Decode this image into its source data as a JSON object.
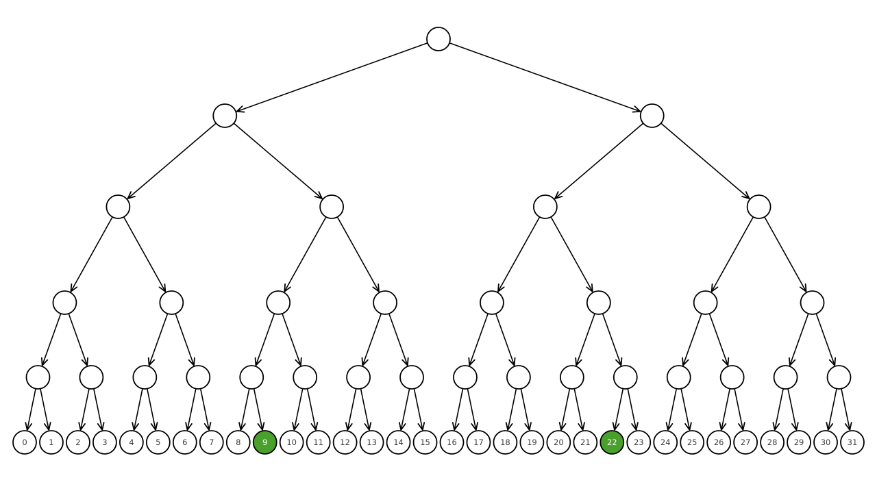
{
  "diagram": {
    "type": "binary-tree",
    "levels": 6,
    "leaf_count": 32,
    "leaf_labels": [
      "0",
      "1",
      "2",
      "3",
      "4",
      "5",
      "6",
      "7",
      "8",
      "9",
      "10",
      "11",
      "12",
      "13",
      "14",
      "15",
      "16",
      "17",
      "18",
      "19",
      "20",
      "21",
      "22",
      "23",
      "24",
      "25",
      "26",
      "27",
      "28",
      "29",
      "30",
      "31"
    ],
    "highlighted_leaves": [
      9,
      22
    ],
    "internal_node_label": "",
    "edge_direction": "parent-to-child",
    "arrowhead": "open-v",
    "colors": {
      "background": "#ffffff",
      "node_fill": "#ffffff",
      "node_stroke": "#000000",
      "edge": "#000000",
      "leaf_label": "#3d3d3d",
      "highlight_fill": "#4aa02c",
      "highlight_label": "#ffffff"
    }
  }
}
